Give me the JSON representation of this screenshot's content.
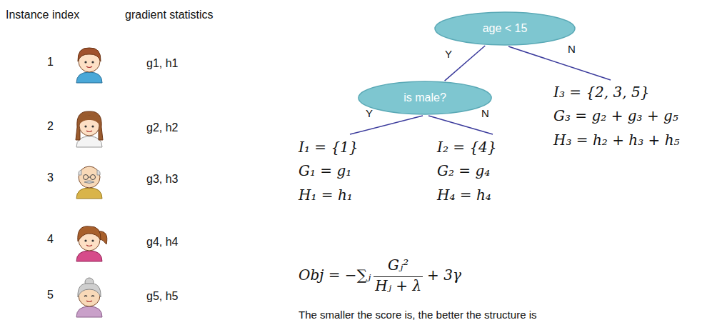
{
  "diagram": {
    "nodes": [
      {
        "text": [
          "age < 15"
        ]
      },
      {
        "text": [
          "is male?"
        ]
      }
    ],
    "edges": [
      {
        "from": 0,
        "to": 1,
        "arrow": "none",
        "label": "Y"
      }
    ],
    "labels": [
      "Instance index",
      "gradient statistics",
      "1",
      "g1, h1",
      "2",
      "g2, h2",
      "3",
      "g3, h3",
      "4",
      "g4, h4",
      "5",
      "g5, h5",
      "N",
      "Y",
      "N",
      "I₁ = {1}",
      "G₁ = g₁",
      "H₁ = h₁",
      "I₂ = {4}",
      "G₂ = g₄",
      "H₄ = h₄",
      "I₃ = {2, 3, 5}",
      "G₃ = g₂ + g₃ + g₅",
      "H₃ = h₂ + h₃ + h₅",
      "Obj = −∑ⱼ",
      "Gⱼ²",
      "Hⱼ + λ",
      "+ 3γ",
      "The smaller the score is, the better the structure is"
    ]
  }
}
